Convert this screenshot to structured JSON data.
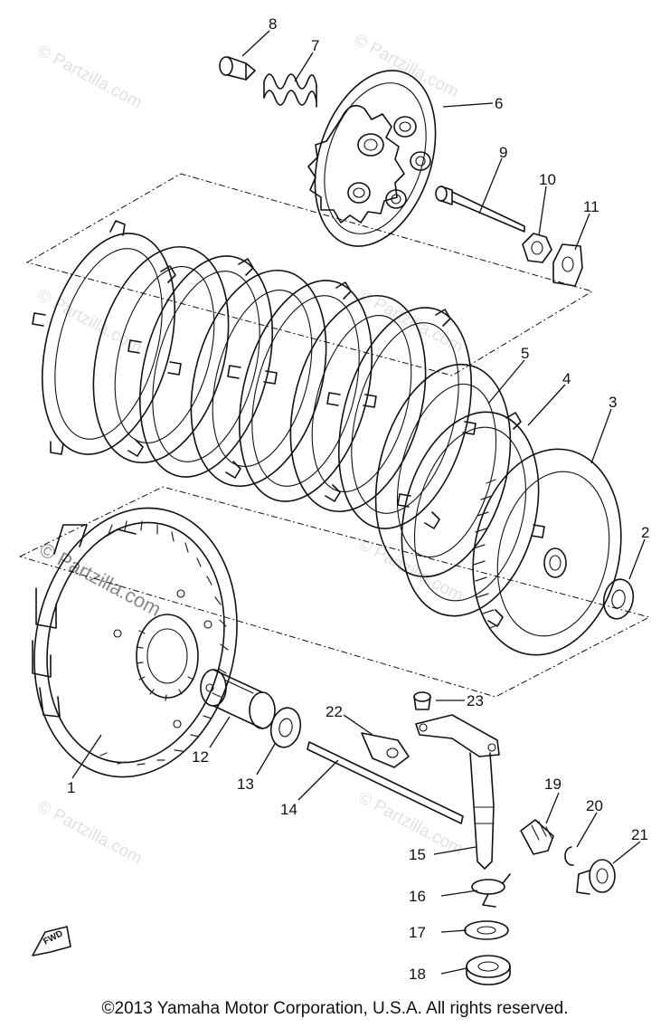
{
  "watermark": {
    "text": "© Partzilla.com"
  },
  "callouts": [
    {
      "id": "1",
      "label": "1"
    },
    {
      "id": "2",
      "label": "2"
    },
    {
      "id": "3",
      "label": "3"
    },
    {
      "id": "4",
      "label": "4"
    },
    {
      "id": "5",
      "label": "5"
    },
    {
      "id": "6",
      "label": "6"
    },
    {
      "id": "7",
      "label": "7"
    },
    {
      "id": "8",
      "label": "8"
    },
    {
      "id": "9",
      "label": "9"
    },
    {
      "id": "10",
      "label": "10"
    },
    {
      "id": "11",
      "label": "11"
    },
    {
      "id": "12",
      "label": "12"
    },
    {
      "id": "13",
      "label": "13"
    },
    {
      "id": "14",
      "label": "14"
    },
    {
      "id": "15",
      "label": "15"
    },
    {
      "id": "16",
      "label": "16"
    },
    {
      "id": "17",
      "label": "17"
    },
    {
      "id": "18",
      "label": "18"
    },
    {
      "id": "19",
      "label": "19"
    },
    {
      "id": "20",
      "label": "20"
    },
    {
      "id": "21",
      "label": "21"
    },
    {
      "id": "22",
      "label": "22"
    },
    {
      "id": "23",
      "label": "23"
    }
  ],
  "fwd_label": "FWD",
  "copyright": "©2013  Yamaha Motor Corporation, U.S.A. All rights reserved."
}
